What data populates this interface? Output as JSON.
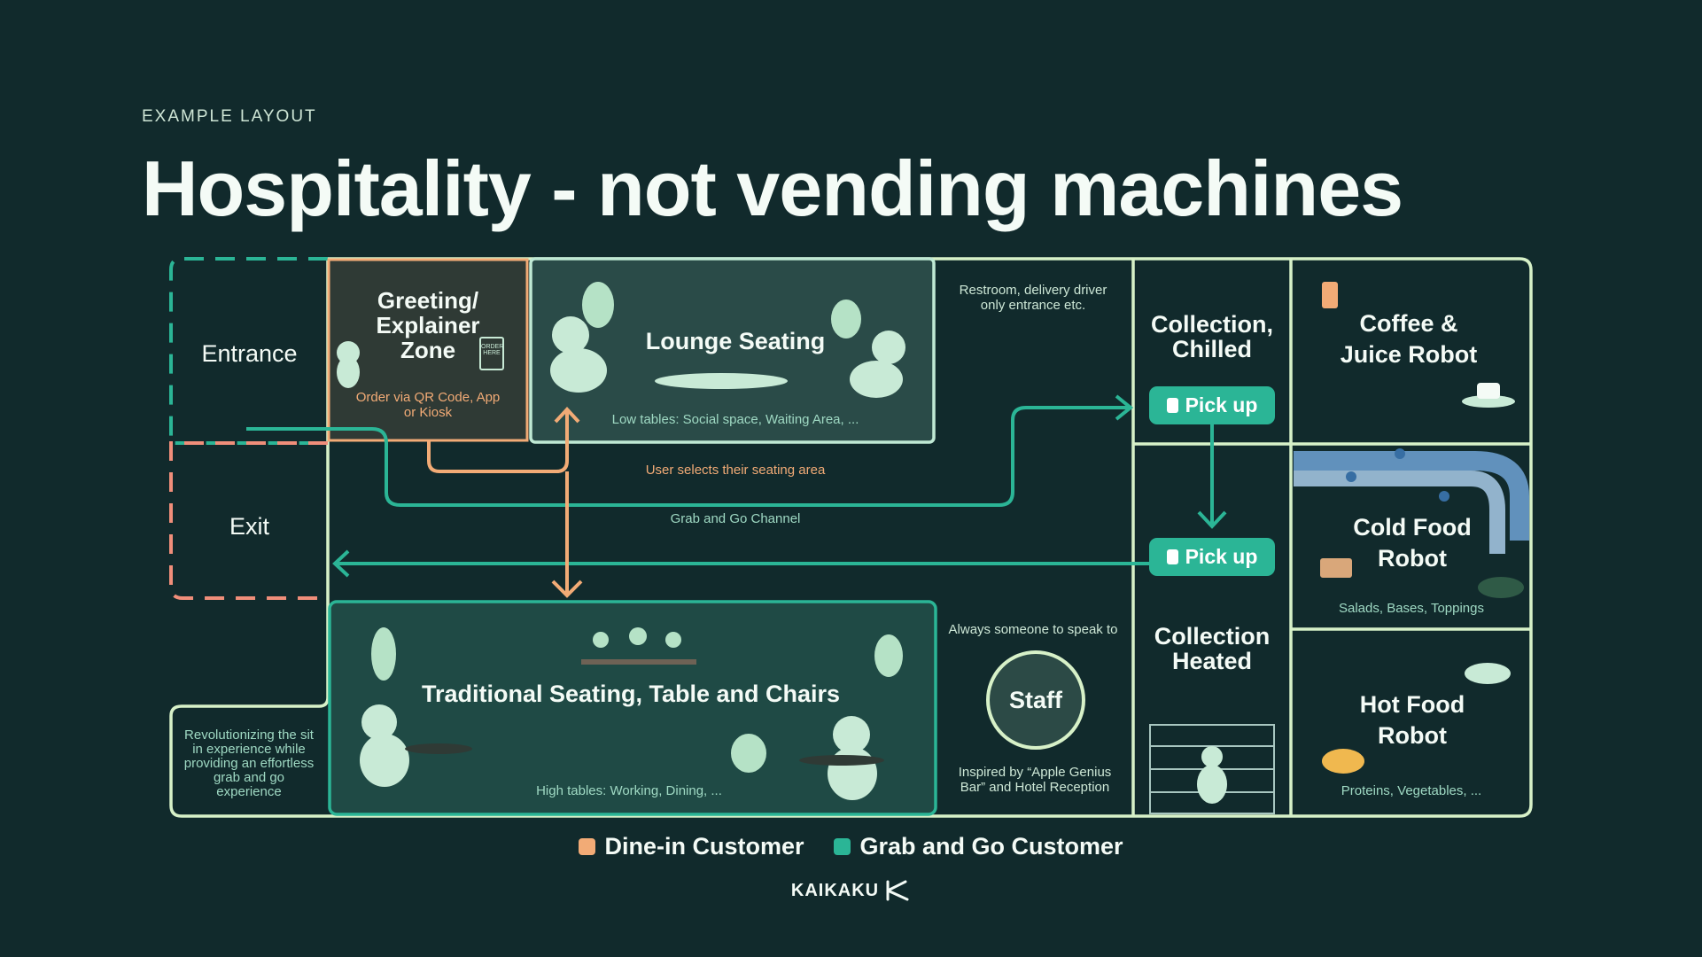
{
  "header": {
    "eyebrow": "EXAMPLE LAYOUT",
    "title": "Hospitality - not vending machines"
  },
  "zones": {
    "entrance": "Entrance",
    "exit": "Exit",
    "greeting": "Greeting/ Explainer Zone",
    "greeting_sub": "Order via QR Code, App or Kiosk",
    "sign_text": "ORDER HERE",
    "lounge": "Lounge Seating",
    "lounge_sub": "Low tables: Social space, Waiting Area, ...",
    "restroom_note": "Restroom, delivery driver only entrance etc.",
    "collection_chilled": "Collection, Chilled",
    "collection_heated": "Collection Heated",
    "pickup_1": "Pick up",
    "pickup_2": "Pick up",
    "coffee_robot": "Coffee & Juice Robot",
    "cold_robot": "Cold Food Robot",
    "cold_sub": "Salads, Bases, Toppings",
    "hot_robot": "Hot Food Robot",
    "hot_sub": "Proteins, Vegetables, ...",
    "traditional": "Traditional Seating, Table and Chairs",
    "traditional_sub": "High tables: Working, Dining, ...",
    "speak_note": "Always someone to speak to",
    "staff": "Staff",
    "inspired_note": "Inspired by “Apple Genius Bar” and Hotel Reception",
    "revolution_note": "Revolutionizing the sit in experience while providing an effortless grab and go experience"
  },
  "flows": {
    "seating_select": "User selects their seating area",
    "grab_channel": "Grab and Go Channel"
  },
  "legend": {
    "dine_in": "Dine-in Customer",
    "grab_go": "Grab and Go Customer"
  },
  "colors": {
    "background": "#112a2c",
    "dine_in": "#f2ab76",
    "grab_go": "#2bb596",
    "border": "#d7f1c8",
    "exit": "#f08e7a"
  },
  "brand": "KAIKAKU"
}
